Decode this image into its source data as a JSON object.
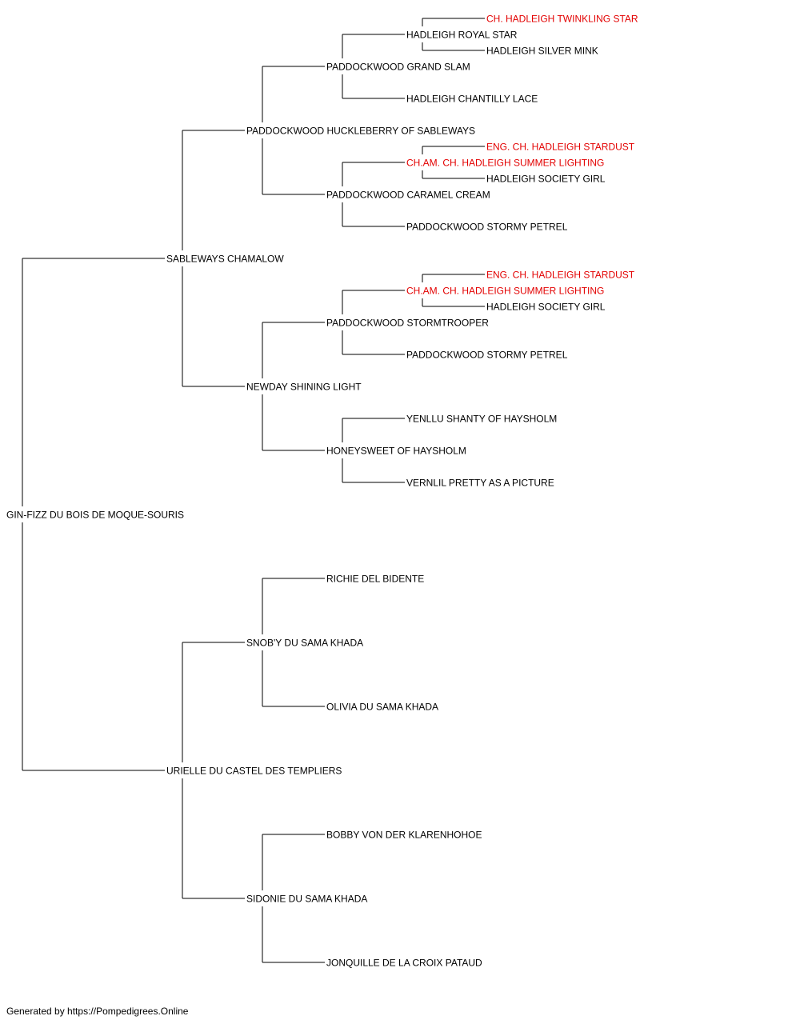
{
  "colors": {
    "text": "#000000",
    "champion": "#e30000",
    "lines": "#000000",
    "background": "#ffffff"
  },
  "pedigree": {
    "subject": "GIN-FIZZ DU BOIS DE MOQUE-SOURIS",
    "sire": {
      "name": "SABLEWAYS CHAMALOW",
      "sire": {
        "name": "PADDOCKWOOD HUCKLEBERRY OF SABLEWAYS",
        "sire": {
          "name": "PADDOCKWOOD GRAND SLAM",
          "sire": {
            "name": "HADLEIGH ROYAL STAR",
            "sire": {
              "name": "CH. HADLEIGH TWINKLING STAR",
              "champion": true
            },
            "dam": {
              "name": "HADLEIGH SILVER MINK"
            }
          },
          "dam": {
            "name": "HADLEIGH CHANTILLY LACE"
          }
        },
        "dam": {
          "name": "PADDOCKWOOD CARAMEL CREAM",
          "sire": {
            "name": "CH.AM. CH. HADLEIGH SUMMER LIGHTING",
            "champion": true,
            "sire": {
              "name": "ENG. CH. HADLEIGH STARDUST",
              "champion": true
            },
            "dam": {
              "name": "HADLEIGH SOCIETY GIRL"
            }
          },
          "dam": {
            "name": "PADDOCKWOOD STORMY PETREL"
          }
        }
      },
      "dam": {
        "name": "NEWDAY SHINING LIGHT",
        "sire": {
          "name": "PADDOCKWOOD STORMTROOPER",
          "sire": {
            "name": "CH.AM. CH. HADLEIGH SUMMER LIGHTING",
            "champion": true,
            "sire": {
              "name": "ENG. CH. HADLEIGH STARDUST",
              "champion": true
            },
            "dam": {
              "name": "HADLEIGH SOCIETY GIRL"
            }
          },
          "dam": {
            "name": "PADDOCKWOOD STORMY PETREL"
          }
        },
        "dam": {
          "name": "HONEYSWEET OF HAYSHOLM",
          "sire": {
            "name": "YENLLU SHANTY OF HAYSHOLM"
          },
          "dam": {
            "name": "VERNLIL PRETTY AS A PICTURE"
          }
        }
      }
    },
    "dam": {
      "name": "URIELLE DU CASTEL DES TEMPLIERS",
      "sire": {
        "name": "SNOB'Y DU SAMA KHADA",
        "sire": {
          "name": "RICHIE DEL BIDENTE"
        },
        "dam": {
          "name": "OLIVIA DU SAMA KHADA"
        }
      },
      "dam": {
        "name": "SIDONIE DU SAMA KHADA",
        "sire": {
          "name": "BOBBY VON DER KLARENHOHOE"
        },
        "dam": {
          "name": "JONQUILLE DE LA CROIX PATAUD"
        }
      }
    }
  },
  "footer": "Generated by https://Pompedigrees.Online"
}
